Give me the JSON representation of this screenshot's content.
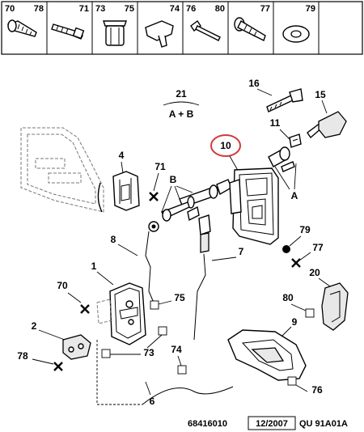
{
  "legend": [
    {
      "left": "70",
      "right": "78",
      "icon": "self-tapping-screw-icon"
    },
    {
      "left": "",
      "right": "71",
      "icon": "hex-screw-icon"
    },
    {
      "left": "73",
      "right": "75",
      "icon": "plastic-nut-icon"
    },
    {
      "left": "",
      "right": "74",
      "icon": "clip-icon"
    },
    {
      "left": "76",
      "right": "80",
      "icon": "push-rivet-icon"
    },
    {
      "left": "",
      "right": "77",
      "icon": "flange-screw-icon"
    },
    {
      "left": "",
      "right": "79",
      "icon": "washer-icon"
    },
    {
      "left": "",
      "right": "",
      "icon": ""
    }
  ],
  "callouts": {
    "c21": "21",
    "kit_formula": "A + B",
    "c16": "16",
    "c15": "15",
    "c11": "11",
    "c10": "10",
    "c4": "4",
    "c71": "71",
    "cb": "B",
    "ca": "A",
    "c79": "79",
    "c77": "77",
    "c8": "8",
    "c7": "7",
    "c20": "20",
    "c1": "1",
    "c70": "70",
    "c75": "75",
    "c80": "80",
    "c9": "9",
    "c2": "2",
    "c73": "73",
    "c74": "74",
    "c78": "78",
    "c6": "6",
    "c76": "76"
  },
  "footer": {
    "part_number": "68416010",
    "date": "12/2007",
    "code": "QU 91A01A"
  },
  "colors": {
    "highlight": "#d23a3a",
    "line": "#000000",
    "background": "#ffffff"
  }
}
